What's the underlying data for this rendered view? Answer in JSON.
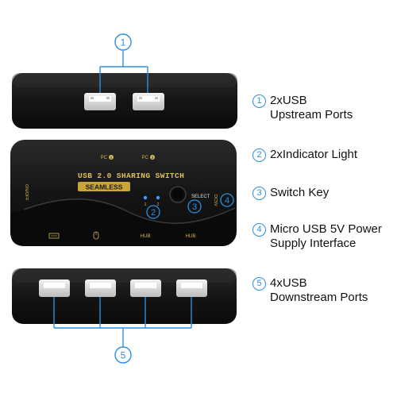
{
  "device_labels": {
    "title": "USB 2.0 SHARING SWITCH",
    "badge": "SEAMLESS",
    "pc1": "PC",
    "pc2": "PC",
    "pc1_num": "1",
    "pc2_num": "2",
    "on_off": "ON/OFF",
    "select": "SELECT",
    "dc5v": "DC5V",
    "hub_left": "HUB",
    "hub_right": "HUB",
    "led_1": "1",
    "led_2": "2"
  },
  "callouts": {
    "top": "1",
    "leds": "2",
    "key": "3",
    "power": "4",
    "bottom": "5"
  },
  "legend": [
    {
      "num": "1",
      "text": "2xUSB\nUpstream Ports"
    },
    {
      "num": "2",
      "text": "2xIndicator Light"
    },
    {
      "num": "3",
      "text": "Switch Key"
    },
    {
      "num": "4",
      "text": "Micro USB 5V Power\nSupply Interface"
    },
    {
      "num": "5",
      "text": "4xUSB\nDownstream Ports"
    }
  ],
  "colors": {
    "accent": "#2a8ee0",
    "device": "#161616",
    "gold": "#c9a43a"
  }
}
